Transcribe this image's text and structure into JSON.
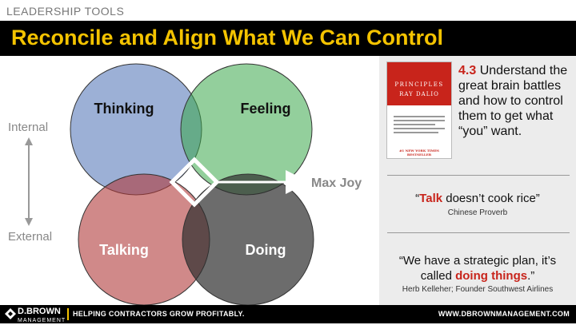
{
  "header": {
    "category": "LEADERSHIP TOOLS",
    "title": "Reconcile and Align What We Can Control"
  },
  "diagram": {
    "circles": [
      {
        "label": "Thinking",
        "color": "#4a6fb5"
      },
      {
        "label": "Feeling",
        "color": "#3aa84a"
      },
      {
        "label": "Talking",
        "color": "#b03a3a"
      },
      {
        "label": "Doing",
        "color": "#2e2e2e"
      }
    ],
    "axis_top": "Internal",
    "axis_bottom": "External",
    "center_label": "Max Joy"
  },
  "book": {
    "title": "PRINCIPLES",
    "author": "RAY DALIO",
    "badge": "#1 NEW YORK TIMES BESTSELLER"
  },
  "tool": {
    "number": "4.3",
    "text": "Understand the great brain battles and how to control them to get what “you” want."
  },
  "quote1": {
    "open": "“",
    "highlight": "Talk",
    "rest": " doesn’t cook rice”",
    "source": "Chinese Proverb"
  },
  "quote2": {
    "text": "“We have a strategic plan, it’s called ",
    "highlight": "doing things",
    "end": ".”",
    "source": "Herb Kelleher; Founder Southwest Airlines"
  },
  "footer": {
    "brand_line1": "D.BROWN",
    "brand_line2": "MANAGEMENT",
    "tagline": "HELPING CONTRACTORS GROW PROFITABLY.",
    "url": "WWW.DBROWNMANAGEMENT.COM"
  },
  "colors": {
    "accent_yellow": "#f4c300",
    "accent_red": "#c8241b"
  }
}
